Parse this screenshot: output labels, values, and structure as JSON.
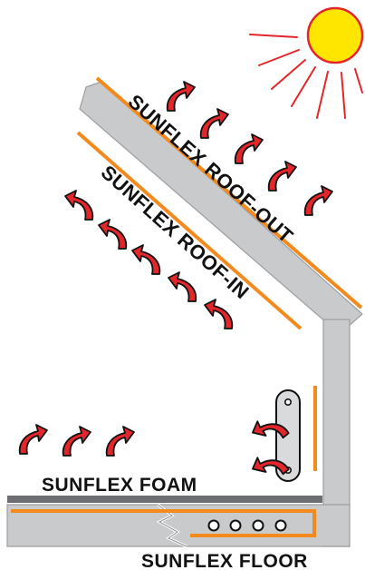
{
  "labels": {
    "roof_out": "SUNFLEX ROOF-OUT",
    "roof_in": "SUNFLEX ROOF-IN",
    "foam": "SUNFLEX FOAM",
    "floor": "SUNFLEX FLOOR"
  },
  "colors": {
    "heat_arrow": "#e3262b",
    "orange_layer": "#f28a1e",
    "structure_gray": "#c8cacc",
    "dark_layer": "#6d6e71",
    "sun_fill": "#ffe600",
    "sun_rays": "#e3262b",
    "label_text": "#111111"
  },
  "icons": {
    "sun": "sun-icon",
    "heat_arrow": "curved-heat-arrow-icon",
    "vent": "vent-plate-icon",
    "pipes": "floor-pipe-icon"
  }
}
